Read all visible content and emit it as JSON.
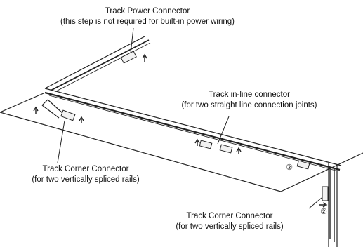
{
  "labels": {
    "track_power_connector": {
      "title": "Track Power Connector",
      "note": "(this step is not required for built-in power wiring)"
    },
    "track_inline_connector": {
      "title": "Track in-line connector",
      "note": "(for two straight line connection joints)"
    },
    "track_corner_connector_left": {
      "title": "Track Corner Connector",
      "note": "(for two vertically spliced rails)"
    },
    "track_corner_connector_right": {
      "title": "Track Corner Connector",
      "note": "(for two vertically spliced rails)"
    }
  },
  "step_markers": [
    "②",
    "②"
  ]
}
